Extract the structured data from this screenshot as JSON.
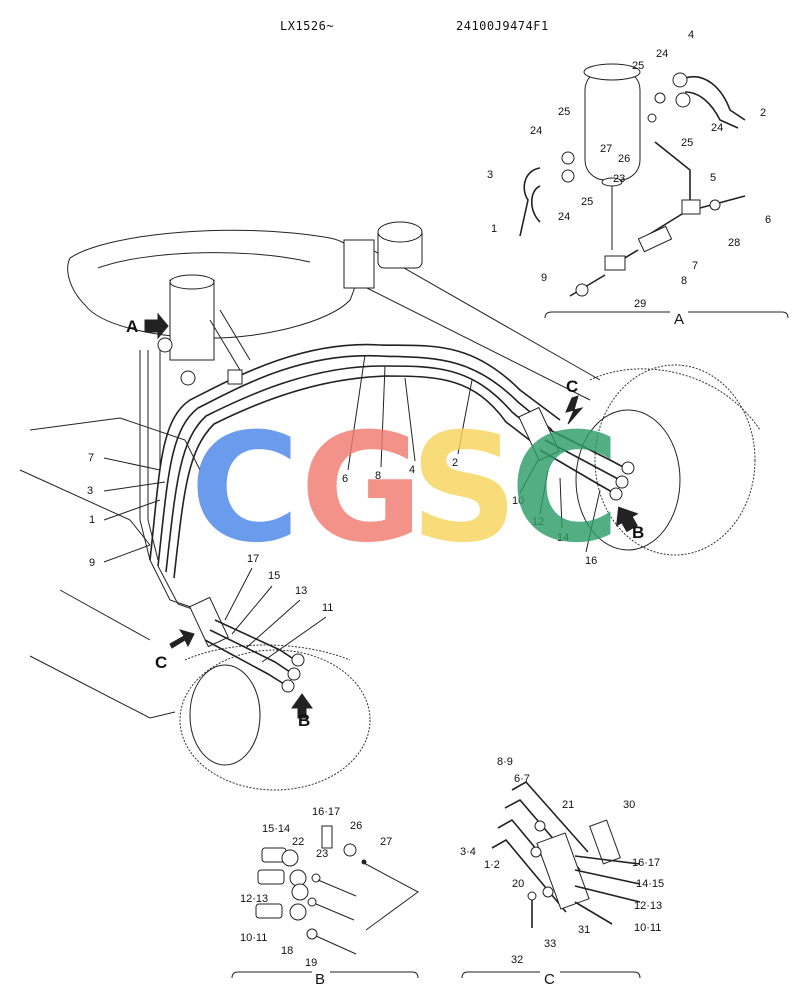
{
  "header": {
    "serial": "LX1526~",
    "part_number": "24100J9474F1"
  },
  "watermark": {
    "letters": [
      "C",
      "G",
      "S",
      "C"
    ],
    "colors": [
      "#4a86e8",
      "#f17b6e",
      "#f6d55c",
      "#2e9e68"
    ]
  },
  "detail_captions": {
    "a": "A",
    "b": "B",
    "c": "C"
  },
  "callouts": {
    "a": "A",
    "b1": "B",
    "b2": "B",
    "c1": "C",
    "c2": "C"
  },
  "labels": {
    "a": [
      "24",
      "4",
      "25",
      "2",
      "25",
      "24",
      "24",
      "25",
      "27",
      "26",
      "3",
      "23",
      "5",
      "24",
      "25",
      "1",
      "6",
      "7",
      "28",
      "8",
      "9",
      "29"
    ],
    "main": [
      "7",
      "3",
      "1",
      "9",
      "6",
      "8",
      "4",
      "2",
      "10",
      "12",
      "14",
      "16",
      "17",
      "15",
      "13",
      "11"
    ],
    "b": [
      "16·17",
      "26",
      "27",
      "15·14",
      "22",
      "23",
      "12·13",
      "10·11",
      "18",
      "19"
    ],
    "c": [
      "8·9",
      "6·7",
      "21",
      "30",
      "3·4",
      "1·2",
      "20",
      "16·17",
      "14·15",
      "12·13",
      "10·11",
      "31",
      "32",
      "33"
    ]
  }
}
